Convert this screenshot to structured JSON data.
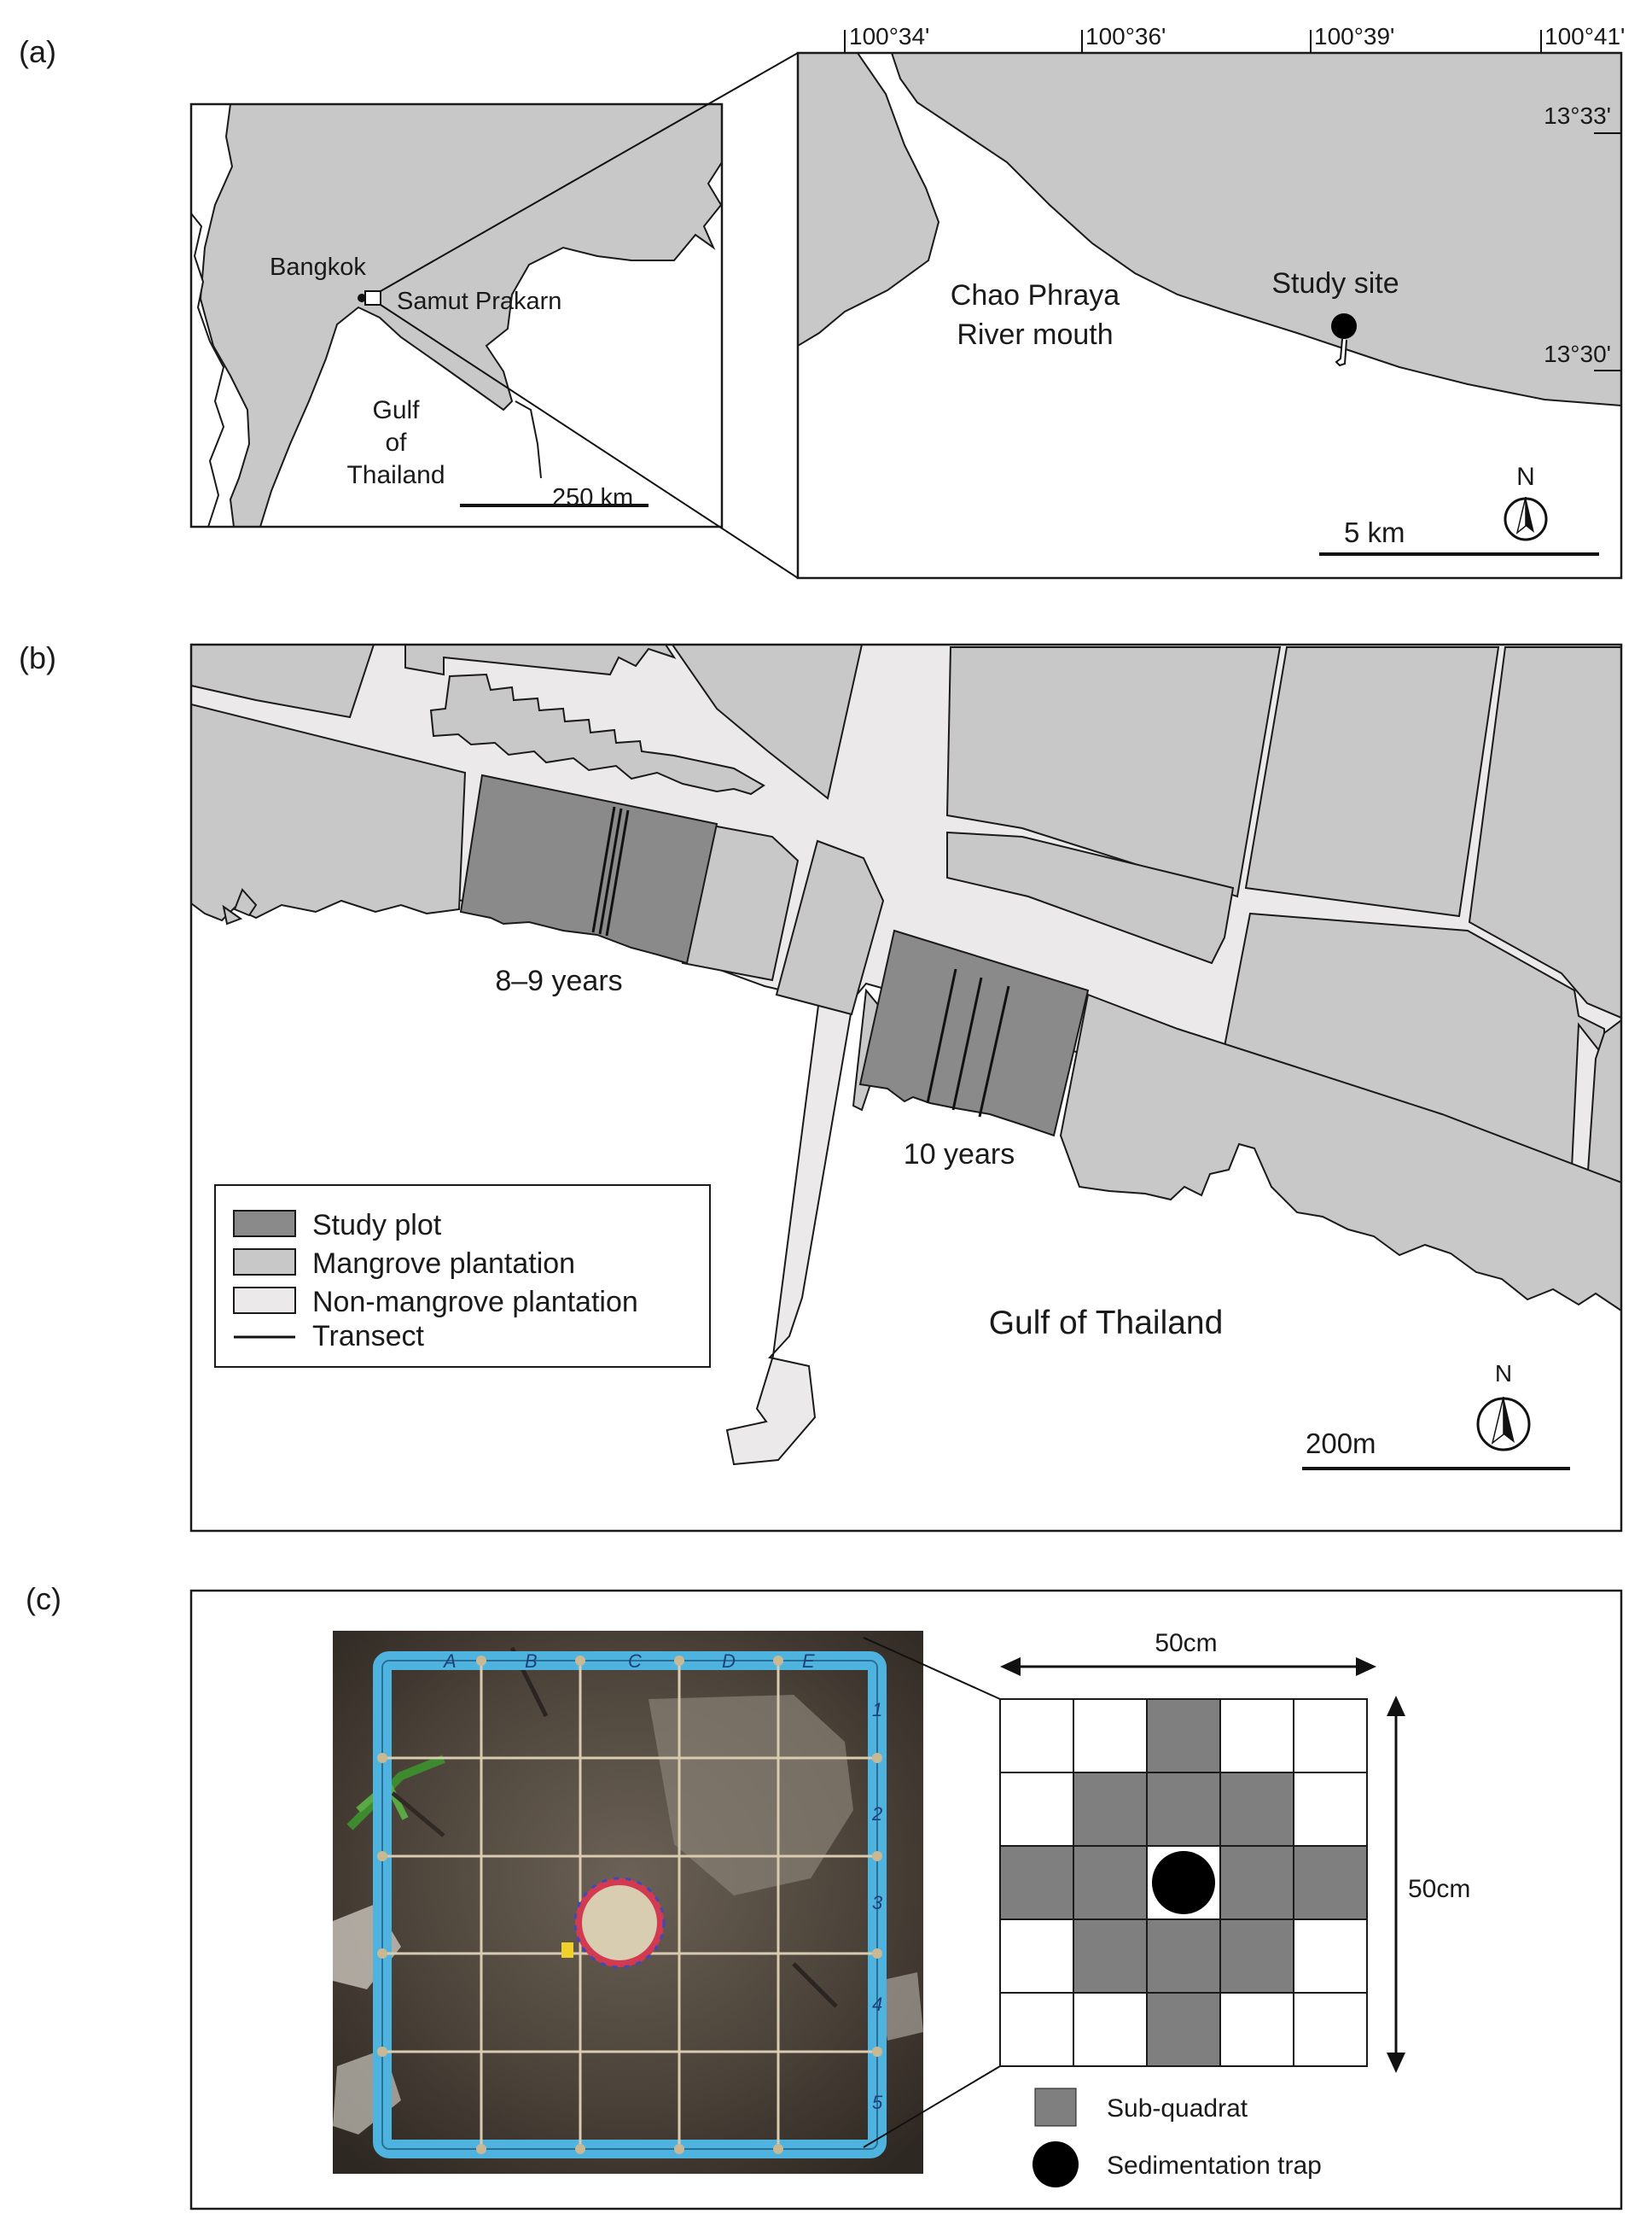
{
  "panels": {
    "a": {
      "label": "(a)",
      "overview": {
        "city": "Bangkok",
        "province": "Samut Prakarn",
        "sea_line1": "Gulf",
        "sea_line2": "of",
        "sea_line3": "Thailand",
        "scale": "250 km"
      },
      "detail": {
        "lon_ticks": [
          "100°34'",
          "100°36'",
          "100°39'",
          "100°41'"
        ],
        "lat_ticks": [
          "13°33'",
          "13°30'"
        ],
        "river_line1": "Chao Phraya",
        "river_line2": "River mouth",
        "site": "Study site",
        "north": "N",
        "scale": "5 km"
      }
    },
    "b": {
      "label": "(b)",
      "plot_old": "8–9 years",
      "plot_young": "10 years",
      "sea": "Gulf of Thailand",
      "north": "N",
      "scale": "200m",
      "legend": {
        "study_plot": "Study plot",
        "mangrove": "Mangrove plantation",
        "non_mangrove": "Non-mangrove plantation",
        "transect": "Transect"
      },
      "colors": {
        "study_plot": "#8a8a8a",
        "mangrove": "#c8c8c8",
        "non_mangrove": "#ebe9e9"
      }
    },
    "c": {
      "label": "(c)",
      "photo": {
        "col_labels": [
          "A",
          "B",
          "C",
          "D",
          "E"
        ],
        "row_labels": [
          "1",
          "2",
          "3",
          "4",
          "5"
        ]
      },
      "grid": {
        "width_label": "50cm",
        "height_label": "50cm",
        "pattern": [
          [
            0,
            0,
            1,
            0,
            0
          ],
          [
            0,
            1,
            1,
            1,
            0
          ],
          [
            1,
            1,
            2,
            1,
            1
          ],
          [
            0,
            1,
            1,
            1,
            0
          ],
          [
            0,
            0,
            1,
            0,
            0
          ]
        ]
      },
      "legend": {
        "subquadrat": "Sub-quadrat",
        "trap": "Sedimentation trap"
      }
    }
  }
}
